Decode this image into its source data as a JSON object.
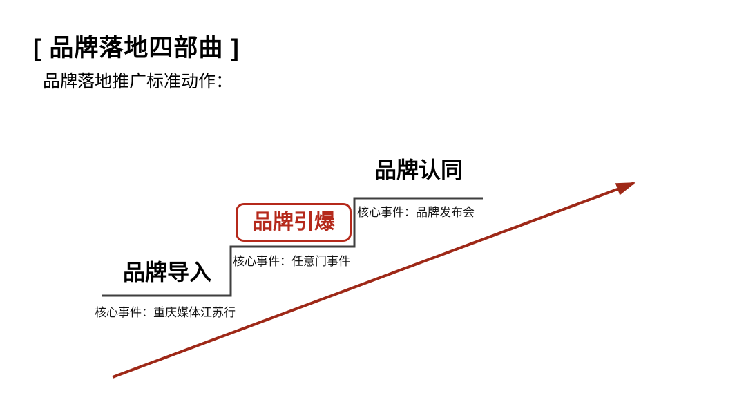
{
  "slide": {
    "title": "[ 品牌落地四部曲 ]",
    "subtitle": "品牌落地推广标准动作：",
    "steps": [
      {
        "label": "品牌导入",
        "event": "核心事件：重庆媒体江苏行",
        "highlighted": false
      },
      {
        "label": "品牌引爆",
        "event": "核心事件：任意门事件",
        "highlighted": true
      },
      {
        "label": "品牌认同",
        "event": "核心事件：品牌发布会",
        "highlighted": false
      }
    ],
    "colors": {
      "accent_red": "#b5291b",
      "arrow_red": "#9e2817",
      "step_line_gray": "#3f3f3f",
      "text_black": "#000000",
      "background": "#ffffff"
    }
  }
}
